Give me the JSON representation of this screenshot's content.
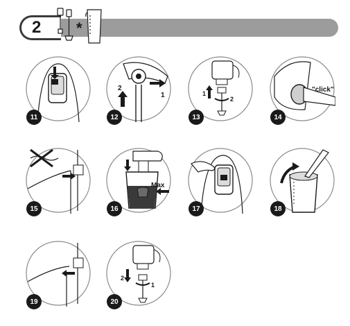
{
  "header": {
    "section_number": "2",
    "symbol": "*"
  },
  "steps": [
    {
      "number": "11"
    },
    {
      "number": "12",
      "label_up": "2",
      "label_right": "1"
    },
    {
      "number": "13",
      "label_up": "1",
      "label_rotate": "2"
    },
    {
      "number": "14",
      "label_click": "\"click\""
    },
    {
      "number": "15"
    },
    {
      "number": "16",
      "label_max": "Max"
    },
    {
      "number": "17"
    },
    {
      "number": "18"
    },
    {
      "number": "19"
    },
    {
      "number": "20",
      "label_down": "2",
      "label_rotate": "1"
    }
  ],
  "colors": {
    "header_bar": "#9c9c9c",
    "ink": "#1a1a1a",
    "outline": "#3a3a3a"
  }
}
